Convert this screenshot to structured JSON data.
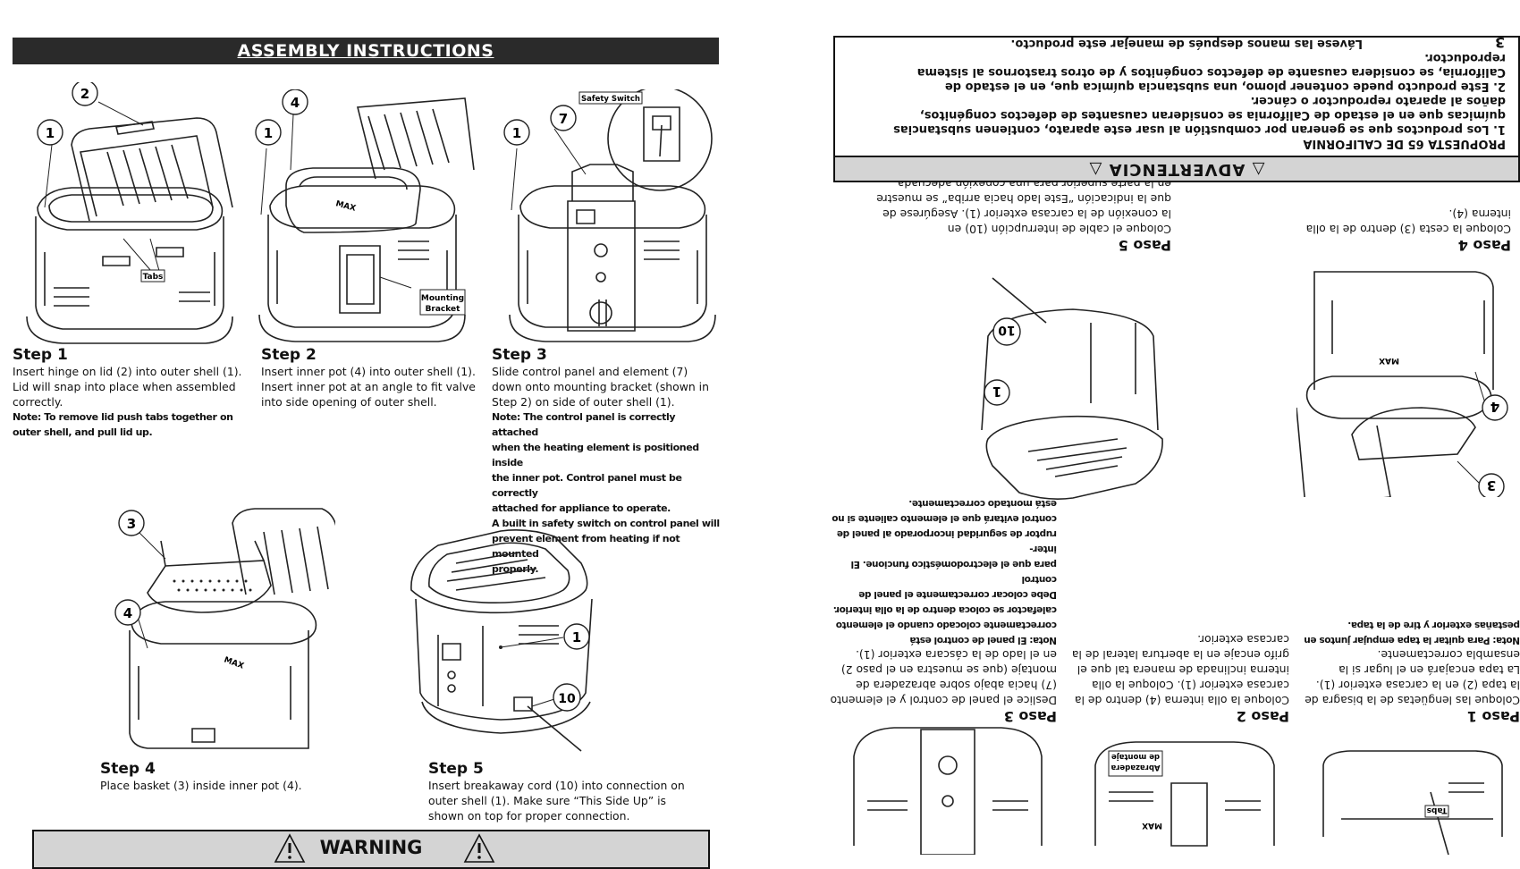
{
  "header": {
    "title": "ASSEMBLY INSTRUCTIONS"
  },
  "page_number": "3",
  "steps": [
    {
      "title": "Step 1",
      "lines": [
        "Insert hinge on lid (2) into outer shell (1).",
        "Lid will snap into place when assembled",
        "correctly."
      ],
      "note_lines": [
        "Note: To remove lid push tabs together on",
        "outer shell, and pull lid up."
      ]
    },
    {
      "title": "Step 2",
      "lines": [
        "Insert inner pot (4) into outer shell (1).",
        "Insert inner pot at an angle to fit valve",
        "into side opening of outer shell."
      ]
    },
    {
      "title": "Step 3",
      "lines": [
        "Slide control panel and element (7)",
        "down onto mounting bracket (shown in",
        "Step 2) on side of outer shell (1)."
      ],
      "note_lines": [
        "Note: The control panel is correctly attached",
        "when the heating element is positioned inside",
        "the inner pot.  Control panel must be correctly",
        "attached for appliance to operate.",
        "A built in safety switch on control panel will",
        "prevent element from heating if not mounted",
        "properly."
      ]
    },
    {
      "title": "Step 4",
      "lines": [
        "Place basket (3) inside inner pot (4)."
      ]
    },
    {
      "title": "Step 5",
      "lines": [
        "Insert breakaway cord (10) into connection on",
        "outer shell (1). Make sure “This Side Up” is",
        "shown on top for proper connection."
      ]
    }
  ],
  "figure_labels": {
    "tabs": "Tabs",
    "mounting_1": "Mounting",
    "mounting_2": "Bracket",
    "safety_switch": "Safety Switch",
    "abrazadera_1": "Abrazadera",
    "abrazadera_2": "de montaje",
    "max": "MAX"
  },
  "callouts": {
    "c1": "1",
    "c2": "2",
    "c3": "3",
    "c4": "4",
    "c7": "7",
    "c10": "10"
  },
  "warning": {
    "title": "WARNING"
  },
  "spanish": {
    "advertencia_title": "ADVERTENCIA",
    "prop65_lines": [
      "PROPUESTA 65 DE CALIFORNIA",
      "1.  Los productos que se generan por combustión al usar este aparato, contienen substancias",
      "     químicas que en el estado de California se consideran causantes de defectos congénitos,",
      "     daños al aparato reproductor o cáncer.",
      "2.  Este producto puede contener plomo, una substancia química que, en el estado de",
      "     California, se considera causante de defectos congénitos y de otros trastornos al sistema",
      "     reproductor.",
      "Lávese las manos después de manejar este producto."
    ],
    "paso1": {
      "title": "Paso 1",
      "lines": [
        "Coloque las lengüetas de la bisagra de",
        "la tapa (2) en la carcasa exterior (1).",
        "La tapa encajará en el lugar si la",
        "ensambla correctamente."
      ],
      "note_lines": [
        "Nota: Para quitar la tapa empujar juntos en",
        "pestañas exterior y tire de la tapa."
      ]
    },
    "paso2": {
      "title": "Paso 2",
      "lines": [
        "Coloque la olla interna (4) dentro de la",
        "carcasa exterior (1). Coloque la olla",
        "interna inclinada de manera tal que el",
        "grifo encaje en la abertura lateral de la",
        "carcasa exterior."
      ]
    },
    "paso3": {
      "title": "Paso 3",
      "lines": [
        "Deslice el panel de control y el elemento",
        "(7) hacia abajo sobre abrazadera de",
        "montaje (que se muestra en el paso 2)",
        "en el lado de la cáscara exterior (1)."
      ],
      "note_lines": [
        "Nota: El panel de control está",
        "correctamente colocado cuando el elemento",
        "calefactor se coloca dentro de la olla interior.",
        "Debe colocar correctamente el panel de control",
        "para que el electrodoméstico funcione. El inter-",
        "ruptor de seguridad incorporado al panel de",
        "control evitará que el elemento caliente si no",
        "está montado correctamente."
      ]
    },
    "paso4": {
      "title": "Paso 4",
      "lines": [
        "Coloque la cesta (3) dentro de la olla",
        "interna (4)."
      ]
    },
    "paso5": {
      "title": "Paso 5",
      "lines": [
        "Coloque el cable de interrupción (10) en",
        "la conexión de la carcasa exterior (1). Asegúrese de",
        "que la indicación “Este lado hacia arriba” se muestre",
        "en la parte superior para una conexión adecuada."
      ]
    }
  }
}
